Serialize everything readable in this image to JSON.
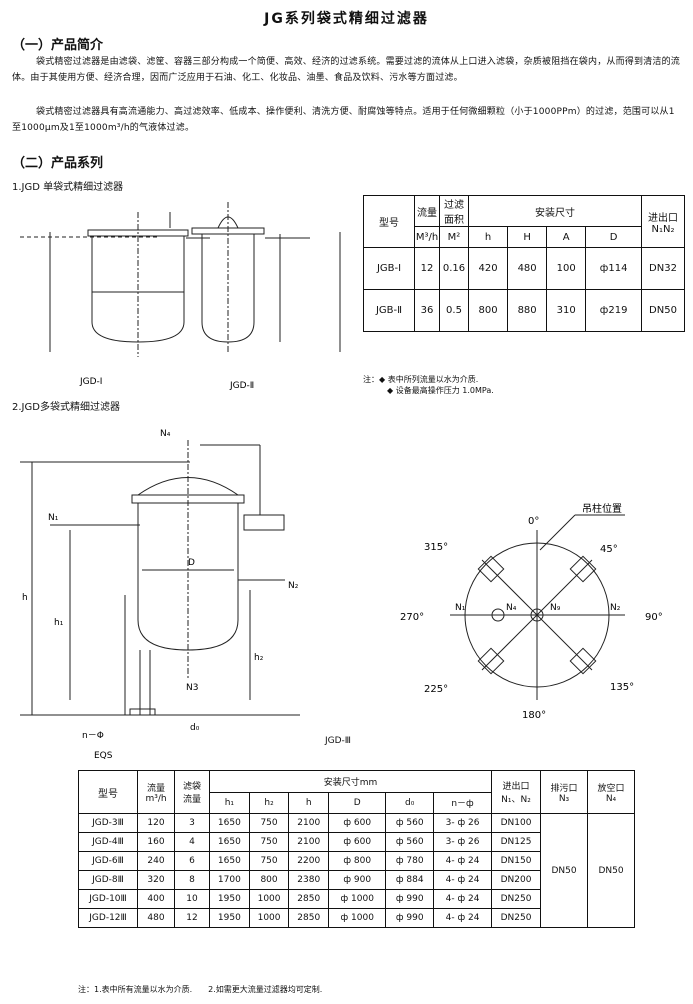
{
  "title": "JG系列袋式精细过滤器",
  "section1": {
    "heading": "（一）产品简介",
    "para1": "袋式精密过滤器是由滤袋、滤筐、容器三部分构成一个简便、高效、经济的过滤系统。需要过滤的流体从上口进入滤袋，杂质被阻挡在袋内，从而得到清洁的流体。由于其使用方便、经济合理，因而广泛应用于石油、化工、化妆品、油墨、食品及饮料、污水等方面过滤。",
    "para2": "袋式精密过滤器具有高流通能力、高过滤效率、低成本、操作便利、清洗方便、耐腐蚀等特点。适用于任何微细颗粒（小于1000PPm）的过滤，范围可以从1至1000μm及1至1000m³/h的气液体过滤。"
  },
  "section2": {
    "heading": "（二）产品系列",
    "sub1": "1.JGD 单袋式精细过滤器",
    "label_jgd1": "JGD-Ⅰ",
    "label_jgd2": "JGD-Ⅱ",
    "sub2": "2.JGD多袋式精细过滤器",
    "label_jgd3": "JGD-Ⅲ"
  },
  "table1": {
    "h_model": "型号",
    "h_flow": "流量",
    "h_flow_unit": "M³/h",
    "h_area": "过滤面积",
    "h_area_unit": "M²",
    "h_install": "安装尺寸",
    "h_h": "h",
    "h_H": "H",
    "h_A": "A",
    "h_D": "D",
    "h_port": "进出口",
    "h_port_sub": "N₁N₂",
    "rows": [
      {
        "model": "JGB-Ⅰ",
        "flow": "12",
        "area": "0.16",
        "h": "420",
        "H": "480",
        "A": "100",
        "D": "ф114",
        "port": "DN32"
      },
      {
        "model": "JGB-Ⅱ",
        "flow": "36",
        "area": "0.5",
        "h": "800",
        "H": "880",
        "A": "310",
        "D": "ф219",
        "port": "DN50"
      }
    ]
  },
  "notes1": {
    "prefix": "注：",
    "n1": "◆ 表中所列流量以水为介质.",
    "n2": "◆ 设备最高操作压力 1.0MPa."
  },
  "diagram": {
    "n1": "N₁",
    "n2": "N₂",
    "n3": "N3",
    "n4": "N₄",
    "n9": "N₉",
    "D": "D",
    "h": "h",
    "h1": "h₁",
    "h2": "h₂",
    "d0": "d₀",
    "nphi": "n－Φ",
    "eqs": "EQS",
    "a0": "0°",
    "a45": "45°",
    "a90": "90°",
    "a135": "135°",
    "a180": "180°",
    "a225": "225°",
    "a270": "270°",
    "a315": "315°",
    "lift": "吊柱位置"
  },
  "table2": {
    "h_model": "型号",
    "h_flow": "流量",
    "h_flow_unit": "m³/h",
    "h_bags": "滤袋",
    "h_bags2": "流量",
    "h_install": "安装尺寸mm",
    "h_h1": "h₁",
    "h_h2": "h₂",
    "h_h": "h",
    "h_D": "D",
    "h_d0": "d₀",
    "h_nphi": "n－ф",
    "h_port": "进出口",
    "h_port_sub": "N₁、N₂",
    "h_drain": "排污口",
    "h_drain_sub": "N₃",
    "h_vent": "放空口",
    "h_vent_sub": "N₄",
    "drain_val": "DN50",
    "vent_val": "DN50",
    "rows": [
      {
        "model": "JGD-3Ⅲ",
        "flow": "120",
        "bags": "3",
        "h1": "1650",
        "h2": "750",
        "h": "2100",
        "D": "ф 600",
        "d0": "ф 560",
        "nphi": "3- ф 26",
        "port": "DN100"
      },
      {
        "model": "JGD-4Ⅲ",
        "flow": "160",
        "bags": "4",
        "h1": "1650",
        "h2": "750",
        "h": "2100",
        "D": "ф 600",
        "d0": "ф 560",
        "nphi": "3- ф 26",
        "port": "DN125"
      },
      {
        "model": "JGD-6Ⅲ",
        "flow": "240",
        "bags": "6",
        "h1": "1650",
        "h2": "750",
        "h": "2200",
        "D": "ф 800",
        "d0": "ф 780",
        "nphi": "4- ф 24",
        "port": "DN150"
      },
      {
        "model": "JGD-8Ⅲ",
        "flow": "320",
        "bags": "8",
        "h1": "1700",
        "h2": "800",
        "h": "2380",
        "D": "ф 900",
        "d0": "ф 884",
        "nphi": "4- ф 24",
        "port": "DN200"
      },
      {
        "model": "JGD-10Ⅲ",
        "flow": "400",
        "bags": "10",
        "h1": "1950",
        "h2": "1000",
        "h": "2850",
        "D": "ф 1000",
        "d0": "ф 990",
        "nphi": "4- ф 24",
        "port": "DN250"
      },
      {
        "model": "JGD-12Ⅲ",
        "flow": "480",
        "bags": "12",
        "h1": "1950",
        "h2": "1000",
        "h": "2850",
        "D": "ф 1000",
        "d0": "ф 990",
        "nphi": "4- ф 24",
        "port": "DN250"
      }
    ]
  },
  "notes2": "注：1.表中所有流量以水为介质.　　2.如需更大流量过滤器均可定制."
}
